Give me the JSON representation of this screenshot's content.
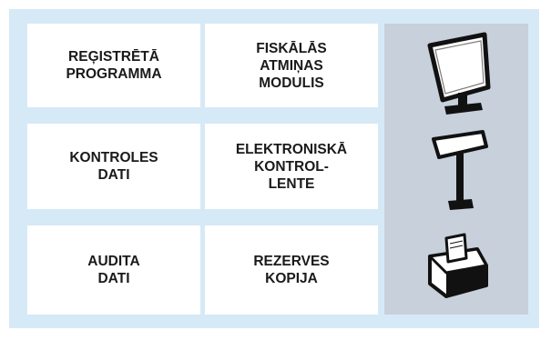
{
  "tiles": [
    {
      "id": "registreta-programma",
      "label": "REĢISTRĒTĀ\nPROGRAMMA"
    },
    {
      "id": "fiskalas-atminas-modulis",
      "label": "FISKĀLĀS\nATMIŅAS\nMODULIS"
    },
    {
      "id": "kontroles-dati",
      "label": "KONTROLES\nDATI"
    },
    {
      "id": "elektroniska-kontrollente",
      "label": "ELEKTRONISKĀ\nKONTROL-\nLENTE"
    },
    {
      "id": "audita-dati",
      "label": "AUDITA\nDATI"
    },
    {
      "id": "rezerves-kopija",
      "label": "REZERVES\nKOPIJA"
    }
  ],
  "devices": [
    {
      "icon": "touchscreen-terminal-icon"
    },
    {
      "icon": "customer-display-pole-icon"
    },
    {
      "icon": "receipt-printer-icon"
    }
  ],
  "colors": {
    "frame_background": "#d6e9f6",
    "tile_background": "#ffffff",
    "device_panel_background": "#c7d0db",
    "text": "#1a1a1a"
  }
}
